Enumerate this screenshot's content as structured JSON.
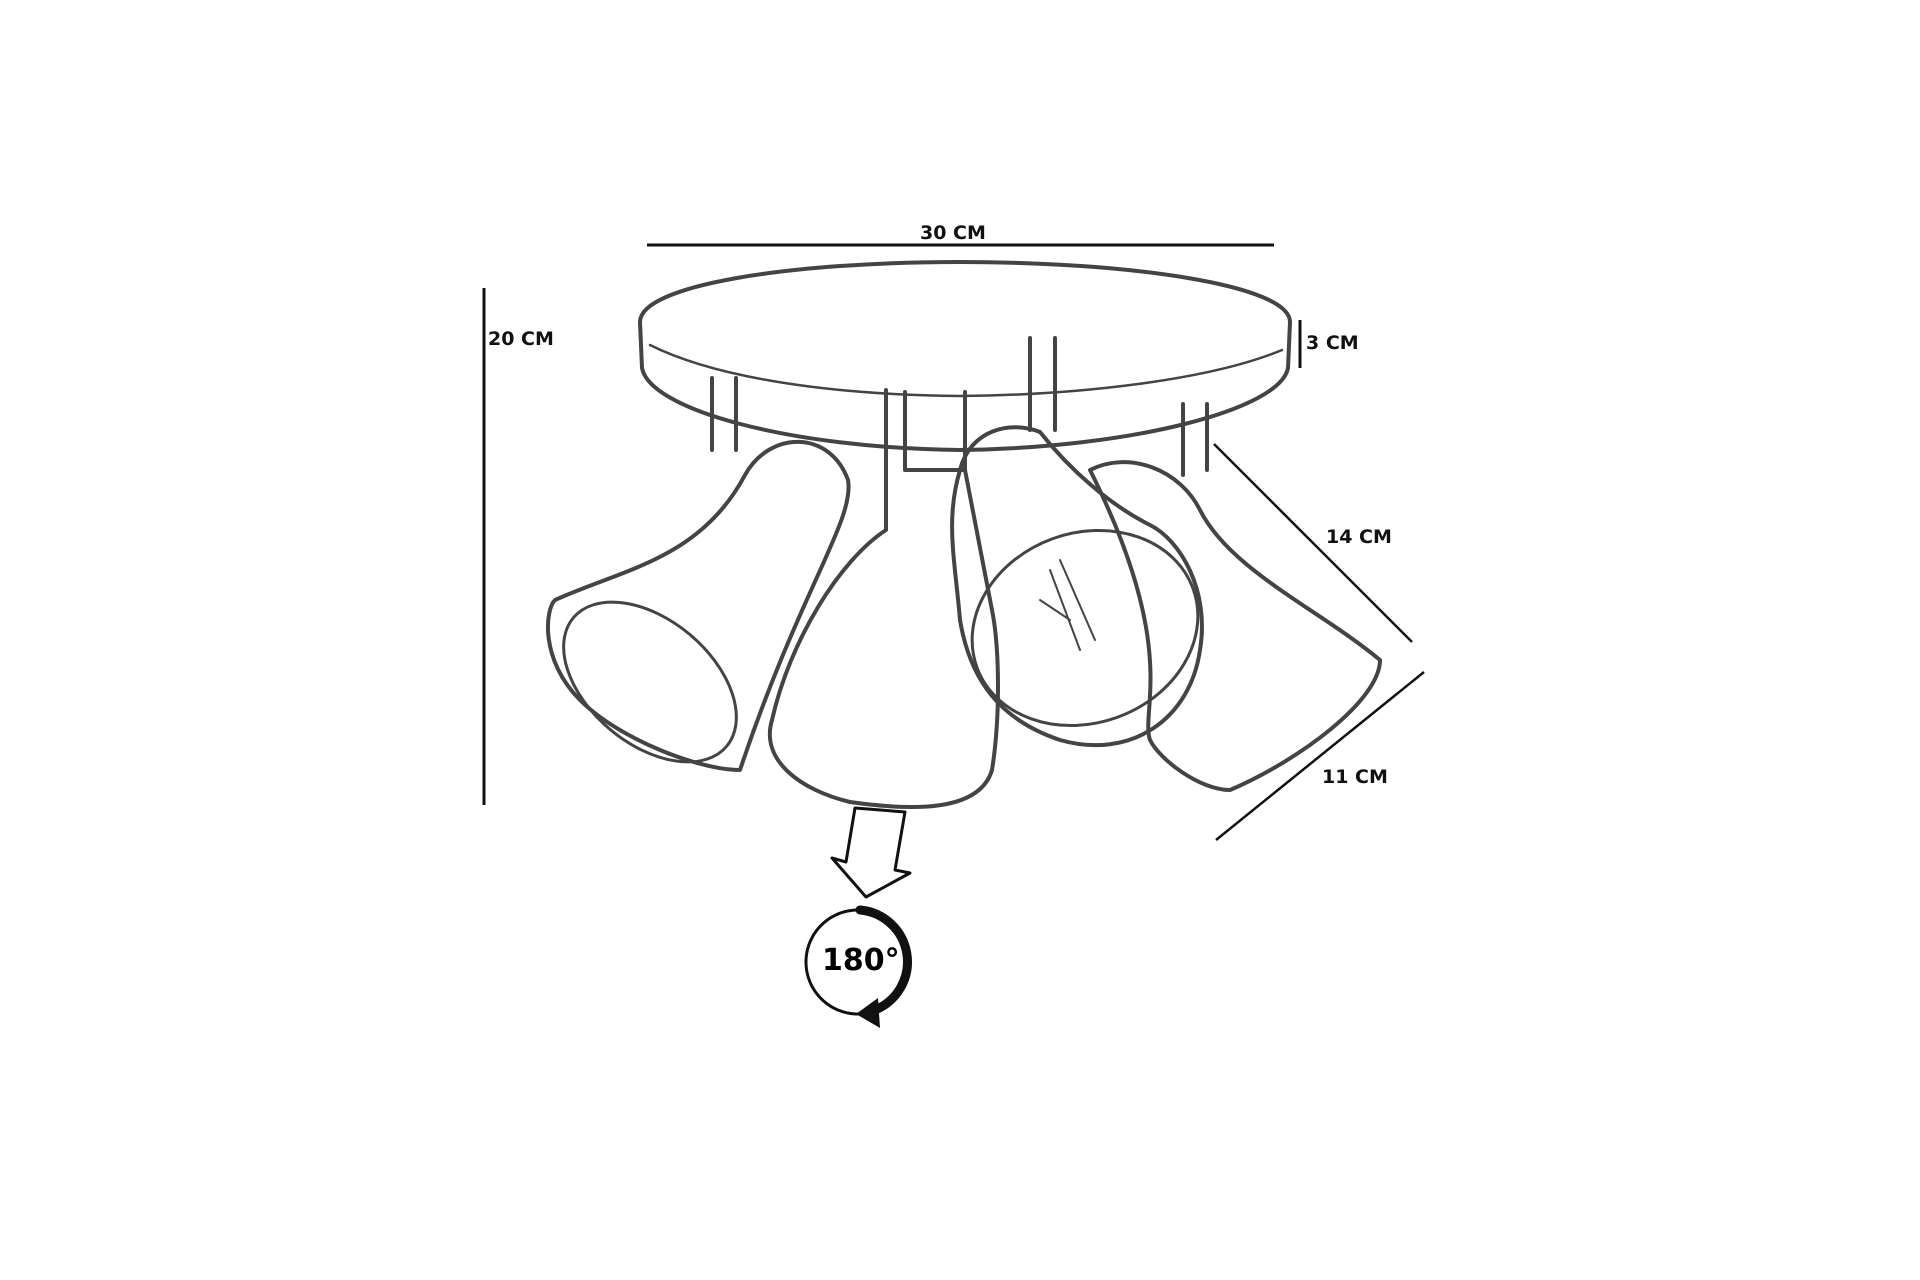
{
  "dimensions": {
    "width": "30 CM",
    "height": "20 CM",
    "canopy_depth": "3 CM",
    "arm_length": "14 CM",
    "shade_length": "11 CM"
  },
  "rotation": {
    "label": "180°"
  }
}
